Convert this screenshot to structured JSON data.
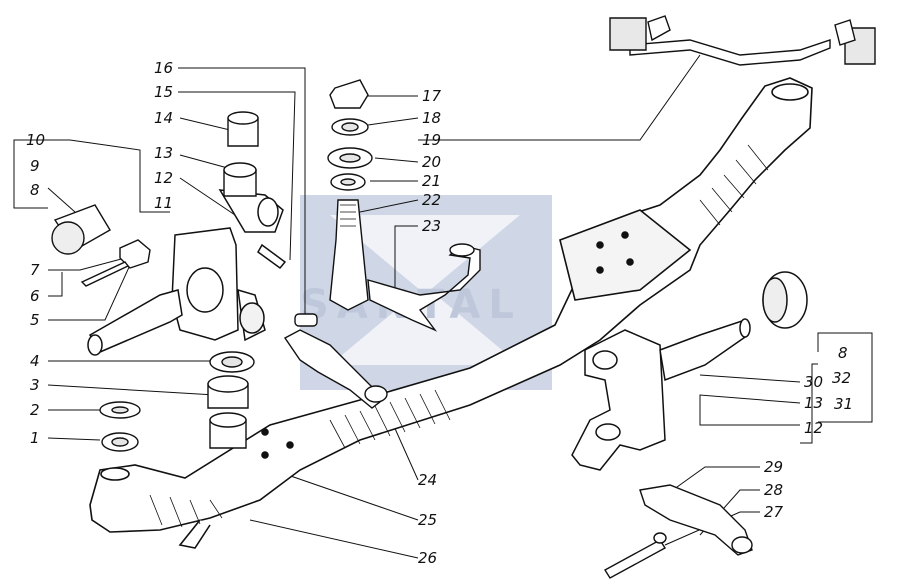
{
  "watermark": {
    "text": "SANTAL",
    "color": "#8c9bbf"
  },
  "colors": {
    "ink": "#111111",
    "paper": "#ffffff"
  },
  "labels": {
    "n1": "1",
    "n2": "2",
    "n3": "3",
    "n4": "4",
    "n5": "5",
    "n6": "6",
    "n7": "7",
    "n8a": "8",
    "n8b": "8",
    "n9": "9",
    "n10": "10",
    "n11": "11",
    "n12a": "12",
    "n12b": "12",
    "n13a": "13",
    "n13b": "13",
    "n14": "14",
    "n15": "15",
    "n16": "16",
    "n17": "17",
    "n18": "18",
    "n19": "19",
    "n20": "20",
    "n21": "21",
    "n22": "22",
    "n23": "23",
    "n24": "24",
    "n25": "25",
    "n26": "26",
    "n27": "27",
    "n28": "28",
    "n29": "29",
    "n30": "30",
    "n31": "31",
    "n32": "32"
  }
}
